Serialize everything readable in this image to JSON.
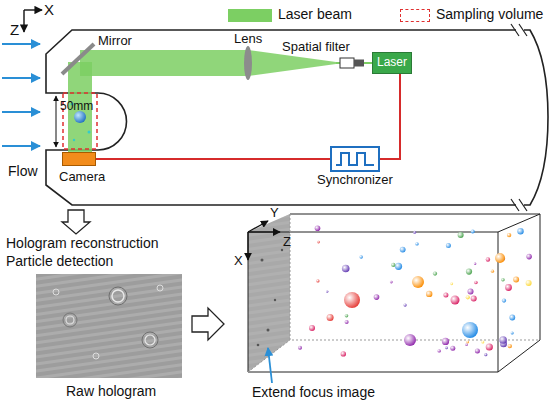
{
  "diagram": {
    "nodes": [
      {
        "text": [
          "Laser"
        ]
      },
      {
        "text": [
          "Synchronizer"
        ]
      },
      {
        "text": [
          "Camera"
        ]
      }
    ],
    "edges": [
      {
        "from": 0,
        "to": 1,
        "arrow": "none"
      },
      {
        "from": 2,
        "to": 1,
        "arrow": "none"
      }
    ],
    "labels": [
      "X",
      "Z",
      "Mirror",
      "Lens",
      "Spatial filter",
      "50mm",
      "Flow",
      "Hologram reconstruction",
      "Particle detection",
      "Raw hologram",
      "Y",
      "X",
      "Z",
      "Extend focus image"
    ],
    "legend": [
      {
        "text": "Laser beam",
        "color": "#7ccf63"
      },
      {
        "text": "Sampling volume"
      }
    ]
  }
}
